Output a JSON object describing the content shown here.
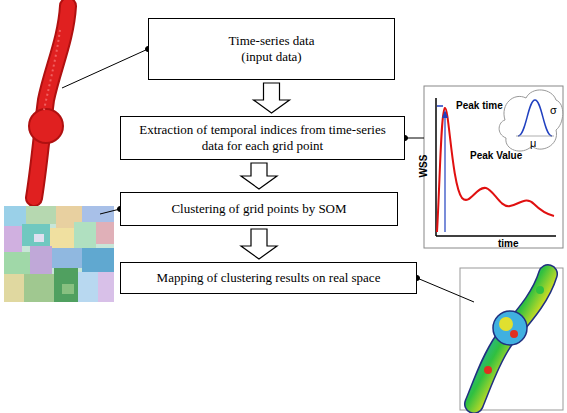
{
  "diagram": {
    "nodes": [
      {
        "text": [
          "Time-series data (input data)"
        ]
      },
      {
        "text": [
          "Extraction of temporal indices from time-series data for each grid point"
        ]
      },
      {
        "text": [
          "Clustering of grid points by SOM"
        ]
      },
      {
        "text": [
          "Mapping of clustering results on real space"
        ]
      }
    ],
    "edges": [
      {
        "from": 0,
        "to": 1,
        "arrow": "to"
      },
      {
        "from": 1,
        "to": 2,
        "arrow": "to"
      },
      {
        "from": 2,
        "to": 3,
        "arrow": "to"
      }
    ],
    "labels": [
      "Peak time",
      "Peak Value",
      "WSS",
      "time",
      "μ",
      "σ"
    ]
  }
}
